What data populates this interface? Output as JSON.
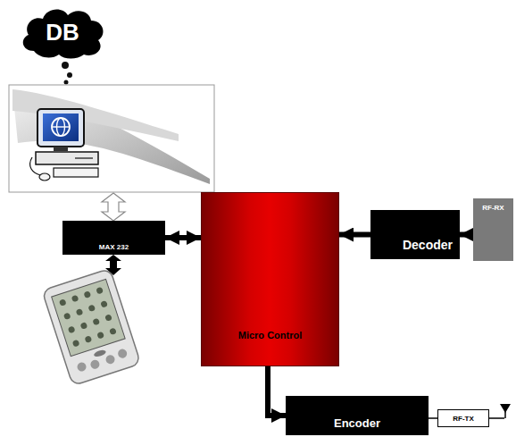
{
  "diagram": {
    "nodes": [
      {
        "text": [
          "DB"
        ]
      },
      {
        "text": [
          "MAX 232"
        ]
      },
      {
        "text": [
          "Micro Control"
        ]
      },
      {
        "text": [
          "Decoder"
        ]
      },
      {
        "text": [
          "RF-RX"
        ]
      },
      {
        "text": [
          "Encoder"
        ]
      },
      {
        "text": [
          "RF-TX"
        ]
      }
    ],
    "edges": [
      {
        "from": 1,
        "to": 2,
        "arrow": "both"
      },
      {
        "from": 3,
        "to": 2,
        "arrow": "to"
      },
      {
        "from": 4,
        "to": 3,
        "arrow": "to"
      },
      {
        "from": 2,
        "to": 5,
        "arrow": "to"
      },
      {
        "from": 5,
        "to": 6,
        "arrow": "none"
      }
    ]
  }
}
